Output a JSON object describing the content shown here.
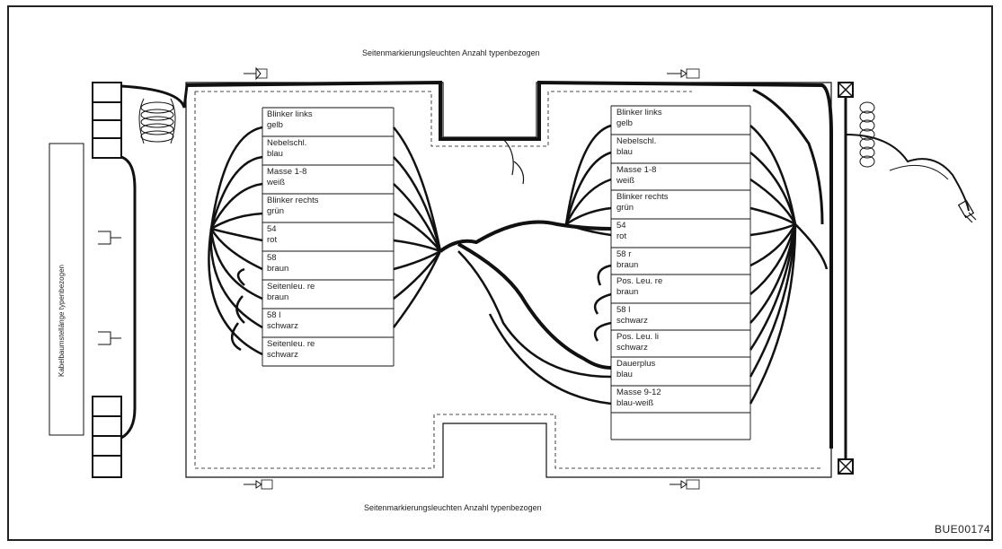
{
  "top_caption": "Seitenmarkierungsleuchten Anzahl typenbezogen",
  "bottom_caption": "Seitenmarkierungsleuchten Anzahl typenbezogen",
  "side_label": "Kabelbaumstellänge typenbezogen",
  "figure_code": "BUE00174",
  "left_panel": [
    {
      "line1": "Blinker links",
      "line2": "gelb"
    },
    {
      "line1": "Nebelschl.",
      "line2": "blau"
    },
    {
      "line1": "Masse 1-8",
      "line2": "weiß"
    },
    {
      "line1": "Blinker rechts",
      "line2": "grün"
    },
    {
      "line1": "54",
      "line2": "rot"
    },
    {
      "line1": "58",
      "line2": "braun"
    },
    {
      "line1": "Seitenleu. re",
      "line2": "braun"
    },
    {
      "line1": "58 l",
      "line2": "schwarz"
    },
    {
      "line1": "Seitenleu. re",
      "line2": "schwarz"
    }
  ],
  "right_panel": [
    {
      "line1": "Blinker links",
      "line2": "gelb"
    },
    {
      "line1": "Nebelschl.",
      "line2": "blau"
    },
    {
      "line1": "Masse 1-8",
      "line2": "weiß"
    },
    {
      "line1": "Blinker rechts",
      "line2": "grün"
    },
    {
      "line1": "54",
      "line2": "rot"
    },
    {
      "line1": "58 r",
      "line2": "braun"
    },
    {
      "line1": "Pos. Leu. re",
      "line2": "braun"
    },
    {
      "line1": "58 l",
      "line2": "schwarz"
    },
    {
      "line1": "Pos. Leu. li",
      "line2": "schwarz"
    },
    {
      "line1": "Dauerplus",
      "line2": "blau"
    },
    {
      "line1": "Masse 9-12",
      "line2": "blau-weiß"
    }
  ]
}
